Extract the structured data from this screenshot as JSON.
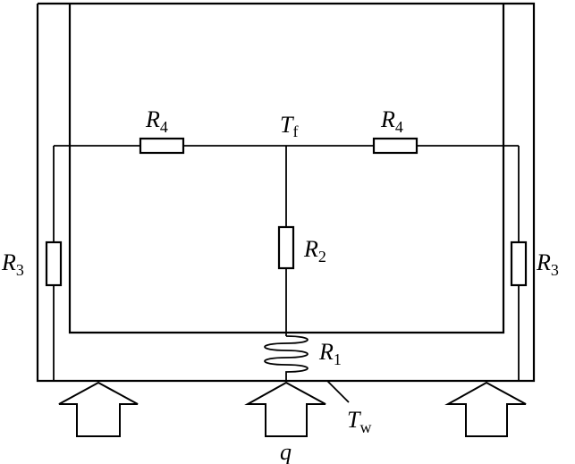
{
  "labels": {
    "r4_left": {
      "main": "R",
      "sub": "4"
    },
    "r4_right": {
      "main": "R",
      "sub": "4"
    },
    "tf": {
      "main": "T",
      "sub": "f"
    },
    "r2": {
      "main": "R",
      "sub": "2"
    },
    "r3_left": {
      "main": "R",
      "sub": "3"
    },
    "r3_right": {
      "main": "R",
      "sub": "3"
    },
    "r1": {
      "main": "R",
      "sub": "1"
    },
    "tw": {
      "main": "T",
      "sub": "w"
    },
    "q": {
      "main": "q"
    }
  },
  "colors": {
    "stroke": "#000000",
    "background": "#ffffff"
  }
}
